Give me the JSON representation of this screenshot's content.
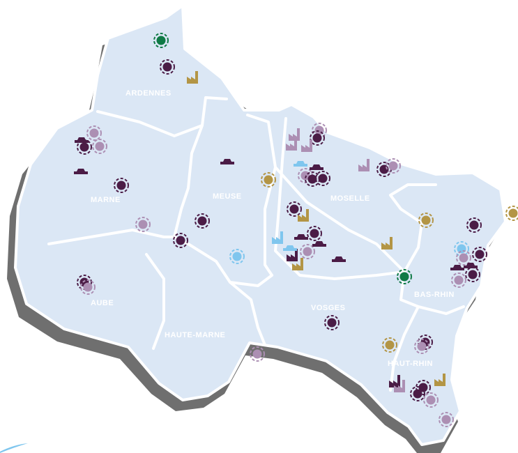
{
  "map": {
    "departments": [
      {
        "name": "ARDENNES"
      },
      {
        "name": "MARNE"
      },
      {
        "name": "MEUSE"
      },
      {
        "name": "MOSELLE"
      },
      {
        "name": "AUBE"
      },
      {
        "name": "HAUTE-MARNE"
      },
      {
        "name": "VOSGES"
      },
      {
        "name": "BAS-RHIN"
      },
      {
        "name": "HAUT-RHIN"
      }
    ],
    "colors": {
      "region_fill": "#dbe7f5",
      "border": "#ffffff",
      "shadow": "#6f6f6f",
      "dark_purple": "#4b1c46",
      "light_purple": "#ac8fb3",
      "green": "#0f7a45",
      "gold": "#b39545",
      "light_blue": "#7fc6ee"
    },
    "marker_types": [
      "dashed-circle-site",
      "factory-icon",
      "vehicle-icon"
    ]
  }
}
